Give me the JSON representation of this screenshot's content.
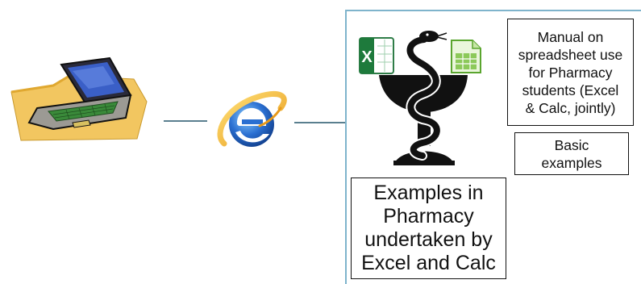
{
  "diagram": {
    "manual_box": "Manual on\nspreadsheet use\nfor Pharmacy\nstudents (Excel\n& Calc, jointly)",
    "basic_box": "Basic\nexamples",
    "examples_box": "Examples in\nPharmacy\nundertaken by\nExcel and Calc",
    "icons": [
      "laptop-icon",
      "internet-explorer-icon",
      "excel-icon",
      "pharmacy-snake-cup-icon",
      "calc-icon"
    ],
    "colors": {
      "connector": "#5a7f8f",
      "panel_border": "#7fb4cc",
      "excel_green": "#1e7a3c",
      "ie_blue": "#2a6fd1",
      "laptop_folder": "#f2c660"
    }
  }
}
